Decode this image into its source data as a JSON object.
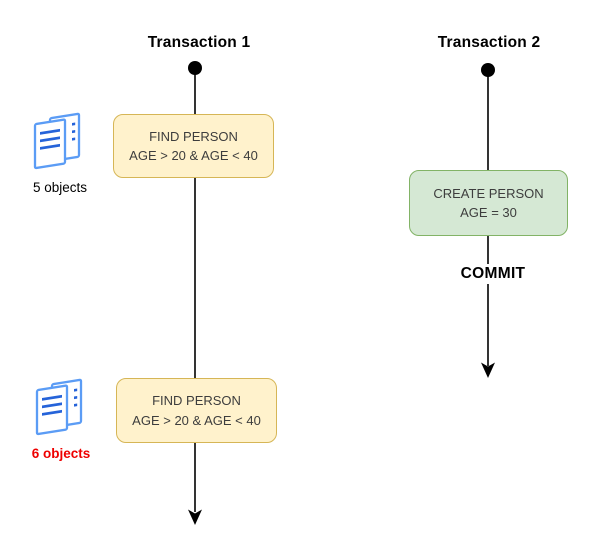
{
  "diagram": {
    "transaction1": {
      "title": "Transaction 1",
      "operation1": {
        "line1": "FIND PERSON",
        "line2": "AGE > 20 & AGE < 40"
      },
      "operation2": {
        "line1": "FIND PERSON",
        "line2": "AGE > 20 & AGE < 40"
      },
      "count1": "5 objects",
      "count2": "6 objects"
    },
    "transaction2": {
      "title": "Transaction 2",
      "operation1": {
        "line1": "CREATE PERSON",
        "line2": "AGE = 30"
      },
      "commit": "COMMIT"
    },
    "icons": {
      "annotation1": "documents-icon",
      "annotation2": "documents-icon",
      "timeline_start": "filled-dot",
      "timeline_end": "arrow-down"
    },
    "colors": {
      "find_box_fill": "#FFF2CC",
      "find_box_border": "#D6B656",
      "create_box_fill": "#D5E8D4",
      "create_box_border": "#82B366",
      "timeline": "#000000",
      "icon_outline": "#5B9CF5",
      "icon_detail": "#2563D9",
      "count_normal": "#000000",
      "count_highlight": "#EE0000",
      "background": "#FFFFFF"
    }
  }
}
